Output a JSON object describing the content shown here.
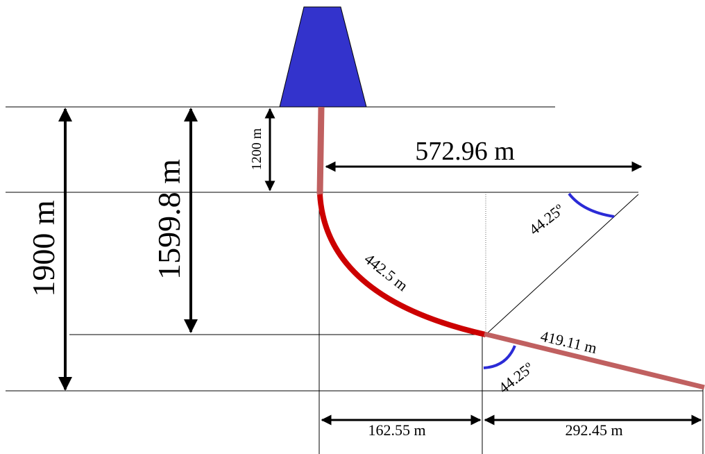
{
  "diagram": {
    "dimensions": {
      "total_depth": "1900 m",
      "build_section_depth": "1599.8 m",
      "kickoff_depth": "1200 m",
      "radius": "572.96 m",
      "arc_length": "442.5 m",
      "tangent_length": "419.11 m",
      "build_displacement": "162.55 m",
      "tangent_displacement": "292.45 m"
    },
    "angles": {
      "upper": "44.25º",
      "lower": "44.25º"
    },
    "colors": {
      "rig": "#3333cc",
      "vertical_section": "#c06060",
      "build_curve": "#cc0000",
      "tangent_section": "#c06060",
      "angle_arc": "#2b2bd6",
      "lines": "#000000"
    }
  }
}
